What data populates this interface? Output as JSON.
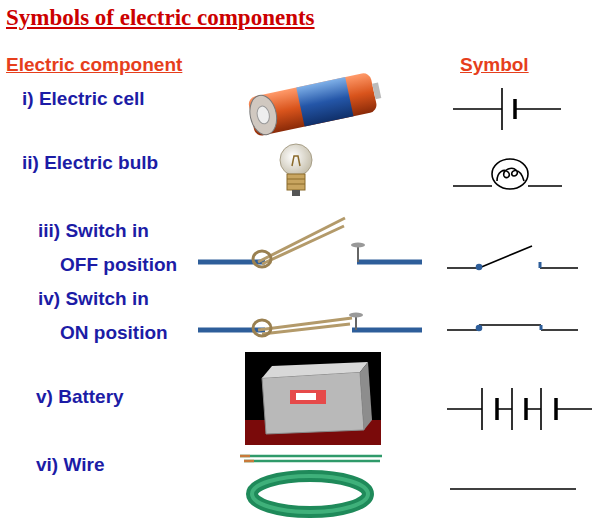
{
  "diagram": {
    "title": "Symbols of electric components",
    "labels": [
      "Electric component",
      "Symbol",
      "i) Electric cell",
      "ii) Electric bulb",
      "iii) Switch in OFF position",
      "iv) Switch in ON position",
      "v) Battery",
      "vi) Wire"
    ]
  }
}
